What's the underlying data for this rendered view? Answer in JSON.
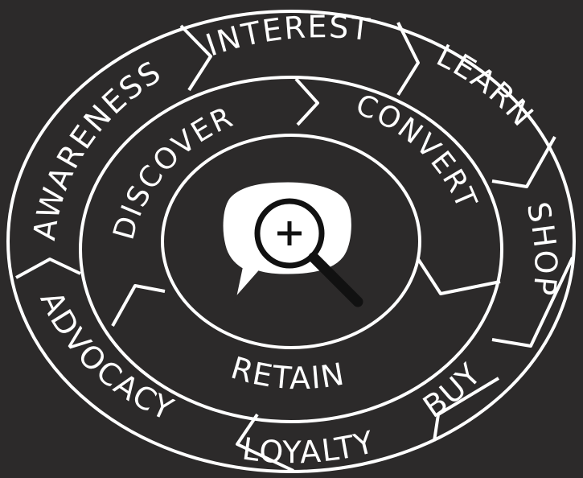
{
  "diagram": {
    "outer_ring": [
      "INTEREST",
      "LEARN",
      "SHOP",
      "BUY",
      "LOYALTY",
      "ADVOCACY",
      "AWARENESS"
    ],
    "inner_ring": [
      "DISCOVER",
      "CONVERT",
      "RETAIN"
    ],
    "center_icon": "speech-bubble-magnifier-plus-icon",
    "colors": {
      "background": "#2c2a2a",
      "line": "#ffffff",
      "text": "#ffffff",
      "bubble": "#ffffff"
    }
  }
}
